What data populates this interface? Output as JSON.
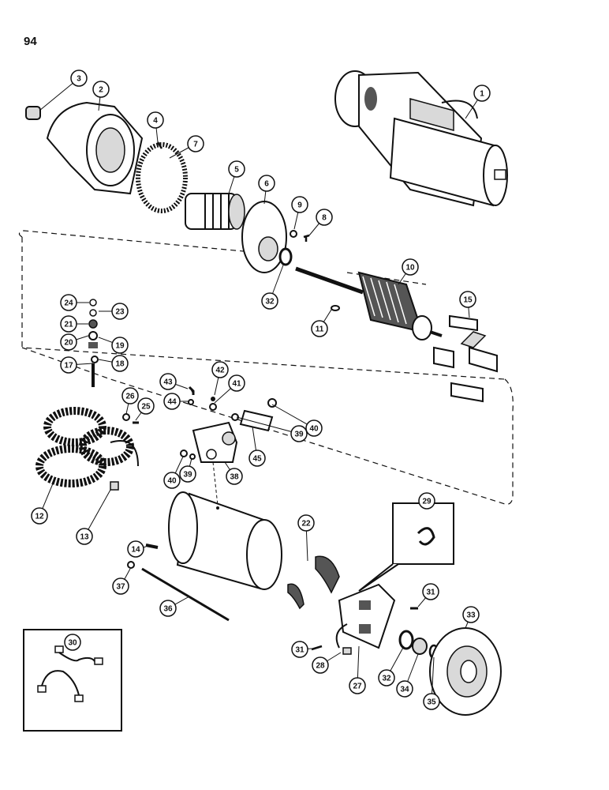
{
  "page": {
    "number": "94"
  },
  "diagram": {
    "colors": {
      "ink": "#111111",
      "paper": "#ffffff",
      "tone": "#d9d9d9",
      "dark": "#555555"
    },
    "callouts": [
      "1",
      "2",
      "3",
      "4",
      "5",
      "6",
      "7",
      "8",
      "9",
      "10",
      "11",
      "12",
      "13",
      "14",
      "15",
      "17",
      "18",
      "19",
      "20",
      "21",
      "22",
      "23",
      "24",
      "25",
      "26",
      "27",
      "28",
      "29",
      "30",
      "31",
      "32",
      "33",
      "34",
      "35",
      "36",
      "37",
      "38",
      "39",
      "40",
      "41",
      "42",
      "43",
      "44",
      "45"
    ]
  }
}
